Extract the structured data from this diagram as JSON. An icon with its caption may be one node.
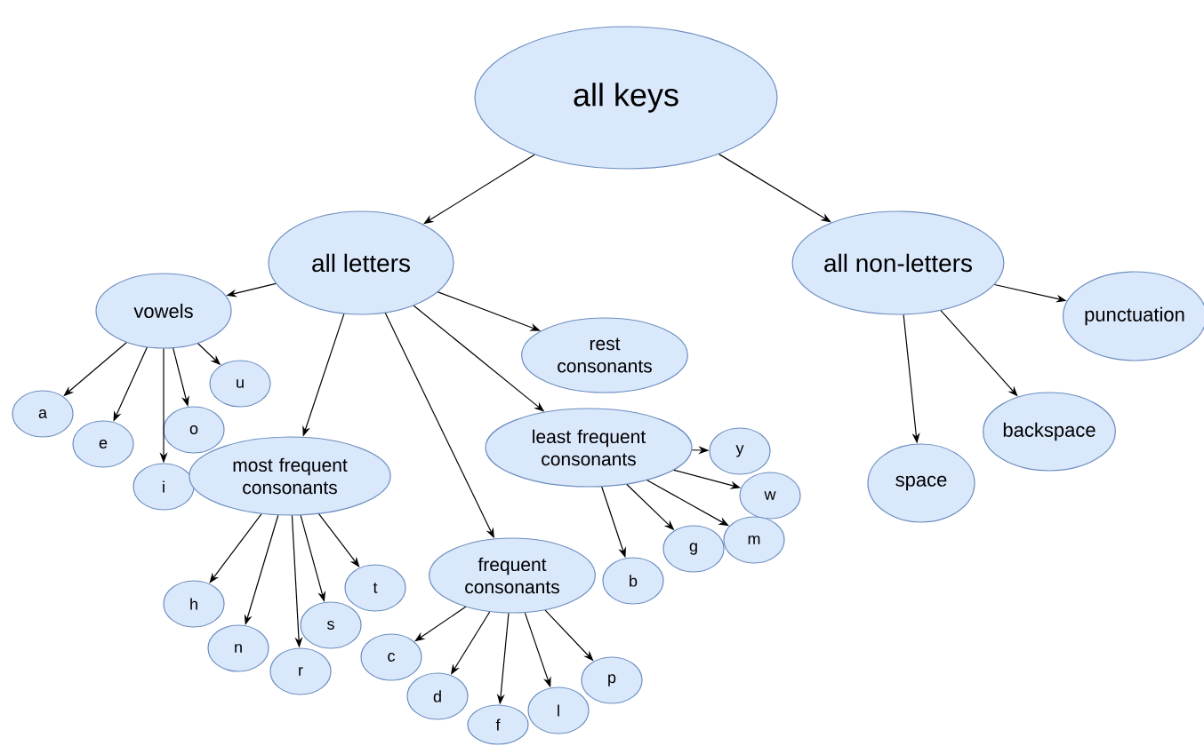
{
  "diagram": {
    "nodes": [
      {
        "text": [
          "all keys"
        ]
      },
      {
        "text": [
          "all letters"
        ]
      },
      {
        "text": [
          "all non-letters"
        ]
      },
      {
        "text": [
          "vowels"
        ]
      },
      {
        "text": [
          "a"
        ]
      },
      {
        "text": [
          "e"
        ]
      },
      {
        "text": [
          "i"
        ]
      },
      {
        "text": [
          "o"
        ]
      },
      {
        "text": [
          "u"
        ]
      },
      {
        "text": [
          "most frequent consonants"
        ]
      },
      {
        "text": [
          "h"
        ]
      },
      {
        "text": [
          "n"
        ]
      },
      {
        "text": [
          "r"
        ]
      },
      {
        "text": [
          "s"
        ]
      },
      {
        "text": [
          "t"
        ]
      },
      {
        "text": [
          "rest consonants"
        ]
      },
      {
        "text": [
          "least frequent consonants"
        ]
      },
      {
        "text": [
          "y"
        ]
      },
      {
        "text": [
          "w"
        ]
      },
      {
        "text": [
          "g"
        ]
      },
      {
        "text": [
          "m"
        ]
      },
      {
        "text": [
          "b"
        ]
      },
      {
        "text": [
          "frequent consonants"
        ]
      },
      {
        "text": [
          "c"
        ]
      },
      {
        "text": [
          "d"
        ]
      },
      {
        "text": [
          "f"
        ]
      },
      {
        "text": [
          "l"
        ]
      },
      {
        "text": [
          "p"
        ]
      },
      {
        "text": [
          "space"
        ]
      },
      {
        "text": [
          "backspace"
        ]
      },
      {
        "text": [
          "punctuation"
        ]
      }
    ],
    "edges": [
      {
        "from": 0,
        "to": 1,
        "arrow": "to"
      },
      {
        "from": 0,
        "to": 2,
        "arrow": "to"
      },
      {
        "from": 1,
        "to": 3,
        "arrow": "to"
      },
      {
        "from": 3,
        "to": 4,
        "arrow": "to"
      },
      {
        "from": 3,
        "to": 5,
        "arrow": "to"
      },
      {
        "from": 3,
        "to": 6,
        "arrow": "to"
      },
      {
        "from": 3,
        "to": 7,
        "arrow": "to"
      },
      {
        "from": 3,
        "to": 8,
        "arrow": "to"
      },
      {
        "from": 1,
        "to": 9,
        "arrow": "to"
      },
      {
        "from": 9,
        "to": 10,
        "arrow": "to"
      },
      {
        "from": 9,
        "to": 11,
        "arrow": "to"
      },
      {
        "from": 9,
        "to": 12,
        "arrow": "to"
      },
      {
        "from": 9,
        "to": 13,
        "arrow": "to"
      },
      {
        "from": 9,
        "to": 14,
        "arrow": "to"
      },
      {
        "from": 1,
        "to": 15,
        "arrow": "to"
      },
      {
        "from": 1,
        "to": 16,
        "arrow": "to"
      },
      {
        "from": 16,
        "to": 17,
        "arrow": "to"
      },
      {
        "from": 16,
        "to": 18,
        "arrow": "to"
      },
      {
        "from": 16,
        "to": 19,
        "arrow": "to"
      },
      {
        "from": 16,
        "to": 20,
        "arrow": "to"
      },
      {
        "from": 16,
        "to": 21,
        "arrow": "to"
      },
      {
        "from": 1,
        "to": 22,
        "arrow": "to"
      },
      {
        "from": 22,
        "to": 23,
        "arrow": "to"
      },
      {
        "from": 22,
        "to": 24,
        "arrow": "to"
      },
      {
        "from": 22,
        "to": 25,
        "arrow": "to"
      },
      {
        "from": 22,
        "to": 26,
        "arrow": "to"
      },
      {
        "from": 22,
        "to": 27,
        "arrow": "to"
      },
      {
        "from": 2,
        "to": 28,
        "arrow": "to"
      },
      {
        "from": 2,
        "to": 29,
        "arrow": "to"
      },
      {
        "from": 2,
        "to": 30,
        "arrow": "to"
      }
    ]
  }
}
